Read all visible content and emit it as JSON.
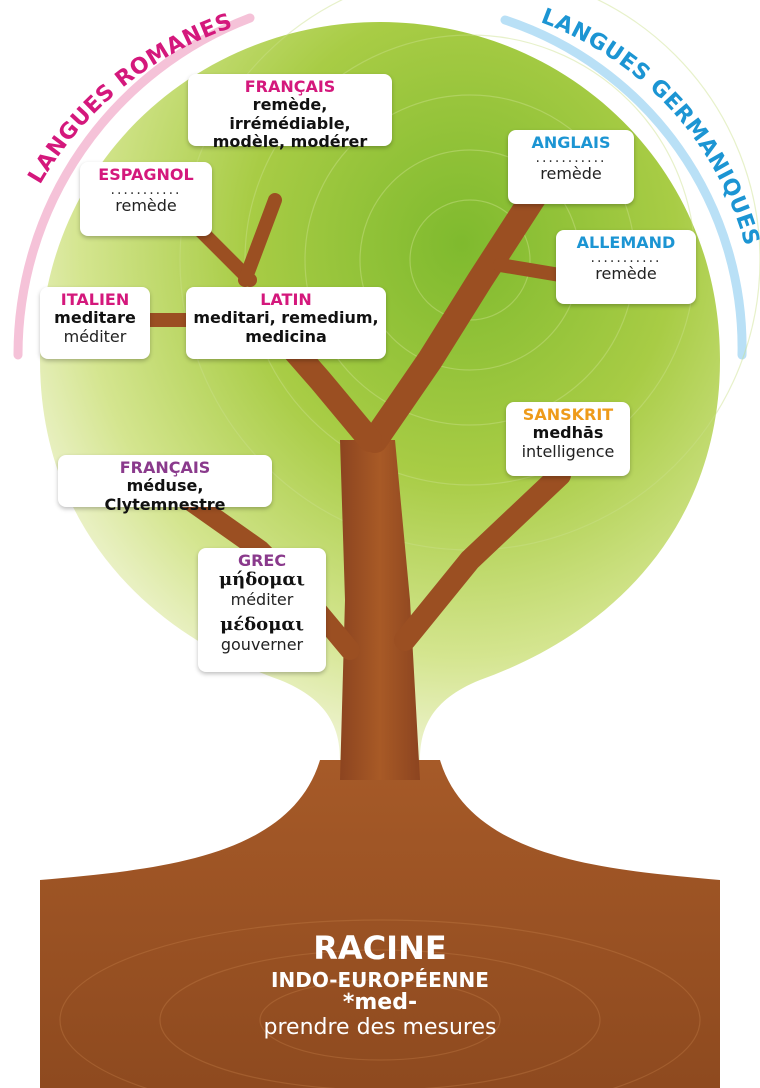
{
  "arcs": {
    "romance": {
      "label": "LANGUES ROMANES",
      "color": "#f3a6c8"
    },
    "germanic": {
      "label": "LANGUES GERMANIQUES",
      "color": "#9ed4f3"
    }
  },
  "colors": {
    "romance_label": "#d4187c",
    "germanic_label": "#1c95d3",
    "sanskrit_label": "#ee9b1a",
    "greek_label": "#8a3a8c",
    "wood": "#9b4f22",
    "canopy": "#9fc53b"
  },
  "nodes": {
    "francais_top": {
      "lang": "FRANÇAIS",
      "line1": "remède, irrémédiable,",
      "line2": "modèle, modérer"
    },
    "espagnol": {
      "lang": "ESPAGNOL",
      "dots": "...........",
      "word": "remède"
    },
    "italien": {
      "lang": "ITALIEN",
      "word_bold": "meditare",
      "word": "méditer"
    },
    "latin": {
      "lang": "LATIN",
      "line1": "meditari, remedium,",
      "line2": "medicina"
    },
    "anglais": {
      "lang": "ANGLAIS",
      "dots": "...........",
      "word": "remède"
    },
    "allemand": {
      "lang": "ALLEMAND",
      "dots": "...........",
      "word": "remède"
    },
    "sanskrit": {
      "lang": "SANSKRIT",
      "word_bold": "medhās",
      "word": "intelligence"
    },
    "francais_low": {
      "lang": "FRANÇAIS",
      "line1": "méduse, Clytemnestre"
    },
    "grec": {
      "lang": "GREC",
      "greek1": "μήδομαι",
      "word1": "méditer",
      "greek2": "μέδομαι",
      "word2": "gouverner"
    }
  },
  "root": {
    "title": "RACINE",
    "subtitle": "INDO-EUROPÉENNE",
    "root_word": "*med-",
    "meaning": "prendre des mesures"
  }
}
